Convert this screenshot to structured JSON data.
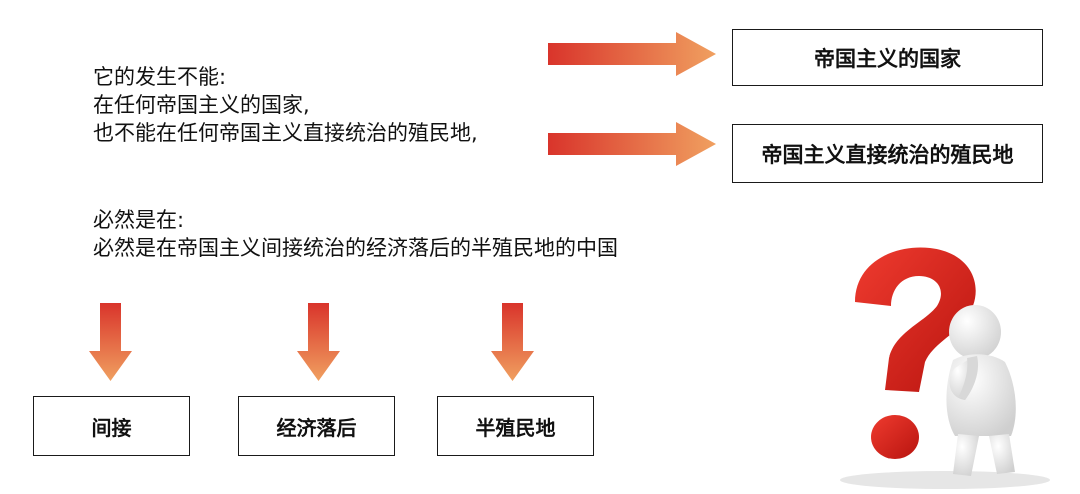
{
  "statement": {
    "line1": "它的发生不能:",
    "line2": "在任何帝国主义的国家,",
    "line3": "也不能在任何帝国主义直接统治的殖民地,"
  },
  "conclusion": {
    "line1": "必然是在:",
    "line2": "必然是在帝国主义间接统治的经济落后的半殖民地的中国"
  },
  "right_boxes": [
    {
      "label": "帝国主义的国家"
    },
    {
      "label": "帝国主义直接统治的殖民地"
    }
  ],
  "bottom_boxes": [
    {
      "label": "间接"
    },
    {
      "label": "经济落后"
    },
    {
      "label": "半殖民地"
    }
  ],
  "colors": {
    "arrow_start": "#d9342b",
    "arrow_end": "#f0a060",
    "question_mark": "#d9201e",
    "figure": "#f2f2f2"
  },
  "icons": {
    "figure": "thinking-figure-question-mark-icon"
  }
}
